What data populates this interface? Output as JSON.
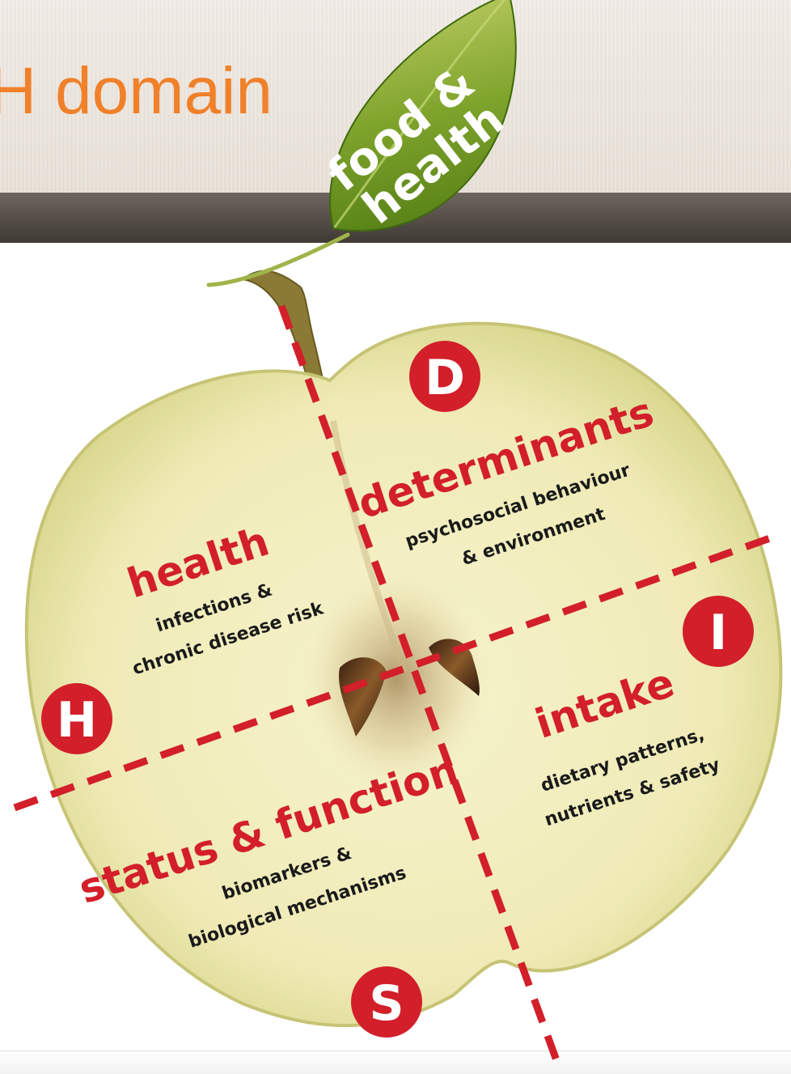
{
  "slide": {
    "title": "H domain"
  },
  "leaf": {
    "line1": "food &",
    "line2": "health"
  },
  "domains": {
    "d": {
      "letter": "D",
      "heading": "determinants",
      "sub1": "psychosocial behaviour",
      "sub2": "& environment"
    },
    "i": {
      "letter": "I",
      "heading": "intake",
      "sub1": "dietary patterns,",
      "sub2": "nutrients & safety"
    },
    "s": {
      "letter": "S",
      "heading": "status & function",
      "sub1": "biomarkers &",
      "sub2": "biological mechanisms"
    },
    "h": {
      "letter": "H",
      "heading": "health",
      "sub1": "infections &",
      "sub2": "chronic disease risk"
    }
  },
  "colors": {
    "title": "#f0812a",
    "accent_red": "#d21f2a",
    "apple_flesh": "#f2efc0",
    "leaf_green": "#7ea12a"
  }
}
